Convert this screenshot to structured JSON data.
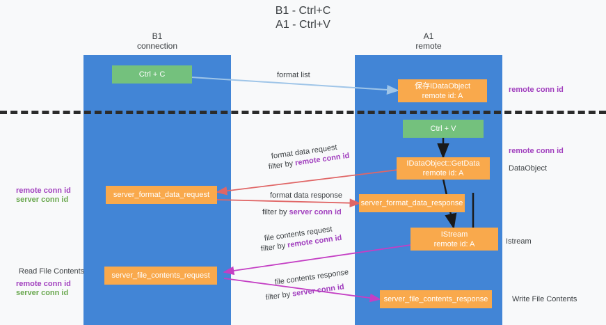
{
  "diagram": {
    "title": "B1 - Ctrl+C\nA1 - Ctrl+V",
    "colors": {
      "lane": "#4285d6",
      "node_green": "#74c17d",
      "node_orange": "#f9a94c",
      "accent_purple": "#a13fbe",
      "accent_green": "#6aa84f",
      "edge_red": "#e06666",
      "edge_magenta": "#c43fc4",
      "edge_blue": "#9fc5e8",
      "edge_black": "#1a1a1a",
      "divider": "#2b2b2b",
      "background": "#f8f9fa"
    },
    "lanes": [
      {
        "id": "b1",
        "title": "B1\nconnection"
      },
      {
        "id": "a1",
        "title": "A1\nremote"
      }
    ],
    "nodes": {
      "ctrl_c": {
        "line1": "Ctrl + C",
        "line2": ""
      },
      "ctrl_v": {
        "line1": "Ctrl + V",
        "line2": ""
      },
      "save_dataobject": {
        "line1": "保存IDataObject",
        "line2": "remote id: A"
      },
      "getdata": {
        "line1": "IDataObject::GetData",
        "line2": "remote id: A"
      },
      "istream": {
        "line1": "IStream",
        "line2": "remote id: A"
      },
      "server_format_data_request": {
        "line1": "server_format_data_request",
        "line2": ""
      },
      "server_format_data_response": {
        "line1": "server_format_data_response",
        "line2": ""
      },
      "server_file_contents_request": {
        "line1": "server_file_contents_request",
        "line2": ""
      },
      "server_file_contents_response": {
        "line1": "server_file_contents_response",
        "line2": ""
      }
    },
    "edge_labels": {
      "format_list": "format list",
      "format_data_request": "format data request",
      "format_data_response": "format data response",
      "file_contents_request": "file contents request",
      "file_contents_response": "file contents response",
      "filter_by": "filter by",
      "remote_conn_id": "remote conn id",
      "server_conn_id": "server conn id"
    },
    "side_labels": {
      "right_remote_conn_id_top": "remote conn id",
      "right_remote_conn_id_mid": "remote conn id",
      "right_dataobject": "DataObject",
      "right_istream": "Istream",
      "right_write_file_contents": "Write File Contents",
      "left_remote_conn_id_mid": "remote conn id",
      "left_server_conn_id_mid": "server conn id",
      "left_read_file_contents": "Read File Contents",
      "left_remote_conn_id_bot": "remote conn id",
      "left_server_conn_id_bot": "server conn id"
    }
  }
}
